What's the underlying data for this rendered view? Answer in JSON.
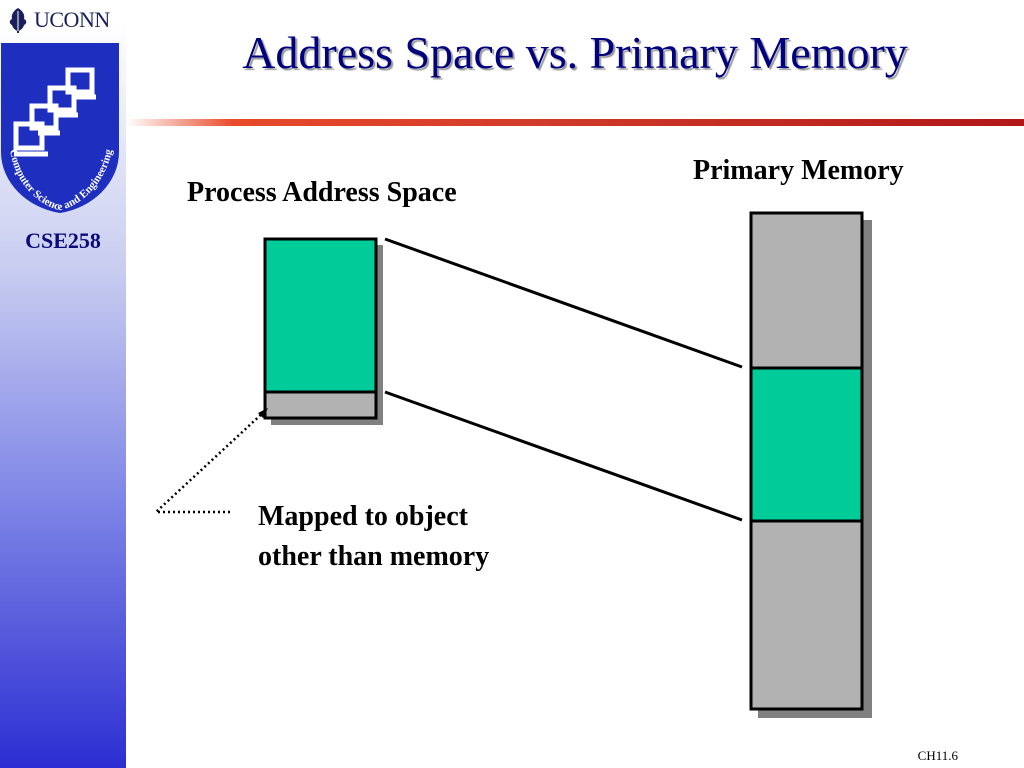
{
  "sidebar": {
    "brand_text": "UCONN",
    "logo_text": "Computer Science and Engineering",
    "course": "CSE258"
  },
  "slide": {
    "title": "Address Space vs. Primary Memory",
    "page_number": "CH11.6"
  },
  "diagram": {
    "process_label": "Process Address Space",
    "memory_label": "Primary Memory",
    "note_line1": "Mapped to object",
    "note_line2": "other than memory",
    "colors": {
      "mapped_region": "#00cc99",
      "unmapped_region": "#b2b2b2",
      "shadow": "#808080",
      "outline": "#000000"
    }
  }
}
